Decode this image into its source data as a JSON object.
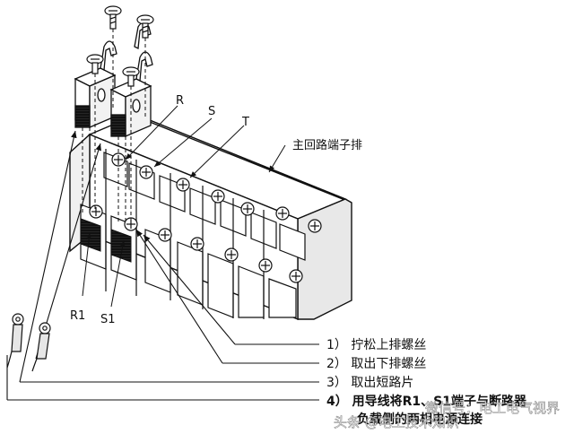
{
  "diagram": {
    "labels": {
      "phase_r": "R",
      "phase_s": "S",
      "phase_t": "T",
      "terminal_name": "主回路端子排",
      "r1": "R1",
      "s1": "S1"
    },
    "steps": [
      "1） 拧松上排螺丝",
      "2） 取出下排螺丝",
      "3） 取出短路片",
      "4） 用导线将R1、S1端子与断路器"
    ],
    "step4_line2": "负载侧的两相电源连接"
  },
  "watermark": {
    "source": "头条 @电工技术知识",
    "wechat": "微信号：电工电气视界"
  },
  "colors": {
    "line": "#111111",
    "fill": "#ffffff",
    "shade": "#d9d9d9",
    "dark": "#151515"
  }
}
